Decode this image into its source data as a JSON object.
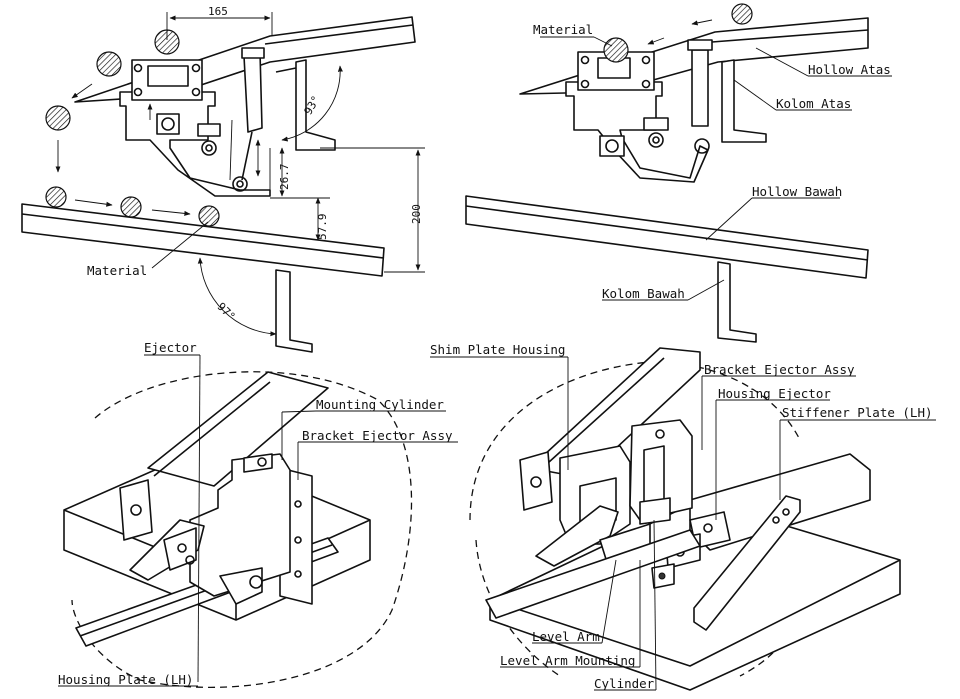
{
  "top_left": {
    "dim_165": "165",
    "dim_93": "93°",
    "dim_26_7": "26.7",
    "dim_57_9": "57.9",
    "dim_200": "200",
    "dim_97": "97°",
    "material_label": "Material"
  },
  "top_right": {
    "material_label": "Material",
    "hollow_atas": "Hollow Atas",
    "kolom_atas": "Kolom Atas",
    "hollow_bawah": "Hollow Bawah",
    "kolom_bawah": "Kolom Bawah"
  },
  "bottom_left": {
    "ejector": "Ejector",
    "mounting_cylinder": "Mounting Cylinder",
    "bracket_ejector_assy": "Bracket Ejector Assy",
    "housing_plate_lh": "Housing Plate (LH)"
  },
  "bottom_right": {
    "shim_plate_housing": "Shim Plate Housing",
    "bracket_ejector_assy": "Bracket Ejector Assy",
    "housing_ejector": "Housing Ejector",
    "stiffener_plate_lh": "Stiffener Plate (LH)",
    "level_arm": "Level Arm",
    "level_arm_mounting": "Level Arm Mounting",
    "cylinder": "Cylinder"
  }
}
